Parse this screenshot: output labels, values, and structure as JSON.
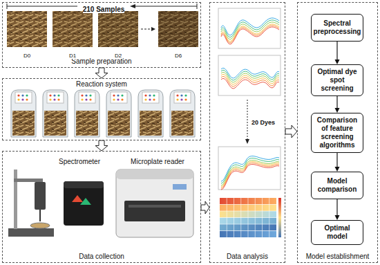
{
  "diagram": {
    "nodes": [
      {
        "text": [
          "Sample preparation"
        ]
      },
      {
        "text": [
          "Reaction system"
        ]
      },
      {
        "text": [
          "Data collection"
        ]
      },
      {
        "text": [
          "Data analysis"
        ]
      },
      {
        "text": [
          "Model establishment"
        ]
      },
      {
        "text": [
          "Spectral preprocessing"
        ],
        "in": 4
      },
      {
        "text": [
          "Optimal dye spot screening"
        ],
        "in": 4
      },
      {
        "text": [
          "Comparison of feature screening algorithms"
        ],
        "in": 4
      },
      {
        "text": [
          "Model comparison"
        ],
        "in": 4
      },
      {
        "text": [
          "Optimal model"
        ],
        "in": 4
      }
    ],
    "edges": [
      {
        "from": 0,
        "to": 1,
        "arrow": "to"
      },
      {
        "from": 1,
        "to": 2,
        "arrow": "to"
      },
      {
        "from": 2,
        "to": 3,
        "arrow": "to"
      },
      {
        "from": 3,
        "to": 4,
        "arrow": "to"
      },
      {
        "from": 5,
        "to": 6,
        "arrow": "to"
      },
      {
        "from": 6,
        "to": 7,
        "arrow": "to"
      },
      {
        "from": 7,
        "to": 8,
        "arrow": "to"
      },
      {
        "from": 8,
        "to": 9,
        "arrow": "to"
      }
    ],
    "labels": [
      "210 Samples",
      "D0",
      "D1",
      "D2",
      "D6",
      "Spectrometer",
      "Microplate reader",
      "20 Dyes"
    ]
  }
}
